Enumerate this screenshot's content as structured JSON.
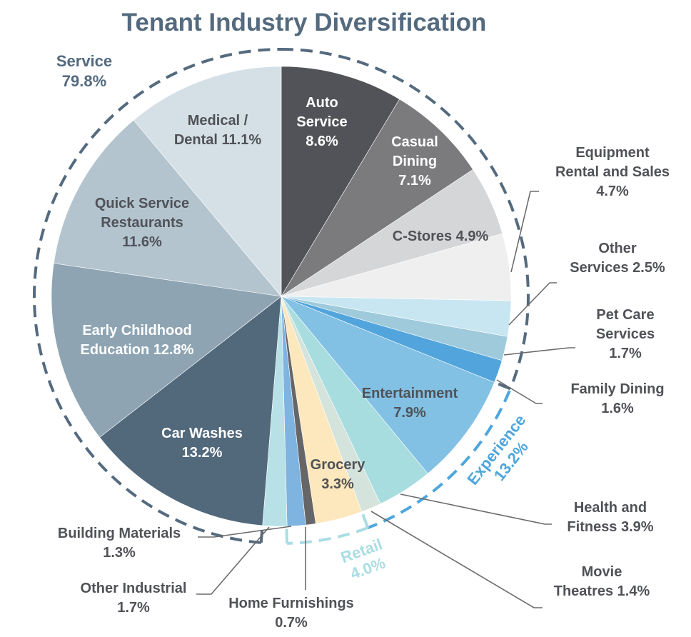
{
  "title": "Tenant Industry Diversification",
  "chart_data": {
    "type": "pie",
    "title": "Tenant Industry Diversification",
    "start_angle_deg": 0,
    "direction": "clockwise",
    "slices": [
      {
        "name": "Auto Service",
        "value": 8.6,
        "color": "#525358"
      },
      {
        "name": "Casual Dining",
        "value": 7.1,
        "color": "#7b7b7d"
      },
      {
        "name": "C-Stores",
        "value": 4.9,
        "color": "#d5d6d8"
      },
      {
        "name": "Equipment Rental and Sales",
        "value": 4.7,
        "color": "#efefef"
      },
      {
        "name": "Other Services",
        "value": 2.5,
        "color": "#c8e6f2"
      },
      {
        "name": "Pet Care Services",
        "value": 1.7,
        "color": "#9ecadb"
      },
      {
        "name": "Family Dining",
        "value": 1.6,
        "color": "#52a5dc"
      },
      {
        "name": "Entertainment",
        "value": 7.9,
        "color": "#82c0e4"
      },
      {
        "name": "Health and Fitness",
        "value": 3.9,
        "color": "#a8dde0"
      },
      {
        "name": "Movie Theatres",
        "value": 1.4,
        "color": "#d4e4dc"
      },
      {
        "name": "Grocery",
        "value": 3.3,
        "color": "#fce8bc"
      },
      {
        "name": "Home Furnishings",
        "value": 0.7,
        "color": "#666668"
      },
      {
        "name": "Building Materials",
        "value": 1.3,
        "color": "#7fb3e0"
      },
      {
        "name": "Other Industrial",
        "value": 1.7,
        "color": "#b7e1e6"
      },
      {
        "name": "Car Washes",
        "value": 13.2,
        "color": "#52697c"
      },
      {
        "name": "Early Childhood Education",
        "value": 12.8,
        "color": "#8ea4b3"
      },
      {
        "name": "Quick Service Restaurants",
        "value": 11.6,
        "color": "#b3c4cf"
      },
      {
        "name": "Medical / Dental",
        "value": 11.1,
        "color": "#d5e0e6"
      }
    ],
    "groups": [
      {
        "name": "Service",
        "value": 79.8,
        "color": "#546a7e"
      },
      {
        "name": "Experience",
        "value": 13.2,
        "color": "#4ea6dc"
      },
      {
        "name": "Retail",
        "value": 4.0,
        "color": "#a9dde3"
      }
    ],
    "legend": "none (direct labels)"
  },
  "labels": {
    "service_group": {
      "line1": "Service",
      "line2": "79.8%"
    },
    "experience_group": {
      "line1": "Experience",
      "line2": "13.2%"
    },
    "retail_group": {
      "line1": "Retail",
      "line2": "4.0%"
    },
    "medical": {
      "line1": "Medical /",
      "line2": "Dental 11.1%"
    },
    "auto": {
      "line1": "Auto",
      "line2": "Service",
      "line3": "8.6%"
    },
    "casual": {
      "line1": "Casual",
      "line2": "Dining",
      "line3": "7.1%"
    },
    "cstores": {
      "line1": "C-Stores 4.9%"
    },
    "equipment": {
      "line1": "Equipment",
      "line2": "Rental and Sales",
      "line3": "4.7%"
    },
    "other_services": {
      "line1": "Other",
      "line2": "Services 2.5%"
    },
    "pet_care": {
      "line1": "Pet Care",
      "line2": "Services",
      "line3": "1.7%"
    },
    "family_dining": {
      "line1": "Family Dining",
      "line2": "1.6%"
    },
    "entertainment": {
      "line1": "Entertainment",
      "line2": "7.9%"
    },
    "health": {
      "line1": "Health and",
      "line2": "Fitness 3.9%"
    },
    "movie": {
      "line1": "Movie",
      "line2": "Theatres 1.4%"
    },
    "grocery": {
      "line1": "Grocery",
      "line2": "3.3%"
    },
    "home": {
      "line1": "Home Furnishings",
      "line2": "0.7%"
    },
    "other_industrial": {
      "line1": "Other Industrial",
      "line2": "1.7%"
    },
    "building": {
      "line1": "Building Materials",
      "line2": "1.3%"
    },
    "car_washes": {
      "line1": "Car Washes",
      "line2": "13.2%"
    },
    "early": {
      "line1": "Early Childhood",
      "line2": "Education 12.8%"
    },
    "qsr": {
      "line1": "Quick Service",
      "line2": "Restaurants",
      "line3": "11.6%"
    }
  }
}
